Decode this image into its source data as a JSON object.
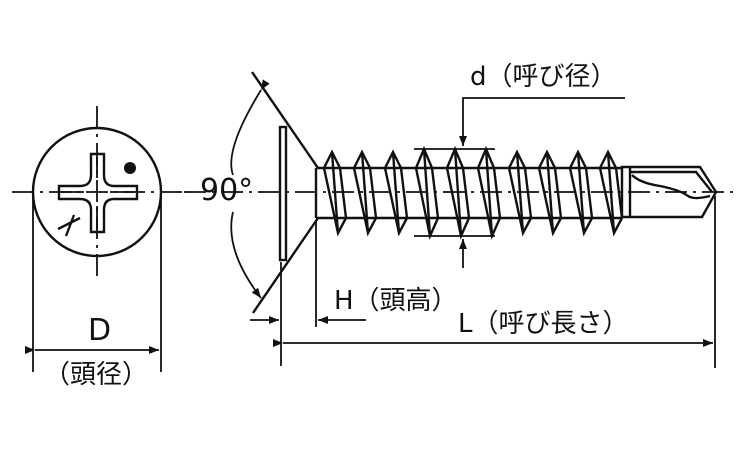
{
  "diagram": {
    "title": "Flat head drill screw (Phillips, countersunk) dimension drawing",
    "line_color": "#111111",
    "background": "#ffffff",
    "labels": {
      "head_diameter_symbol": "D",
      "head_diameter_name": "（頭径）",
      "angle": "90°",
      "nominal_diameter": "d（呼び径）",
      "head_height": "H（頭高）",
      "nominal_length": "L（呼び長さ）"
    },
    "views": [
      {
        "name": "head-top-view",
        "features": [
          "circle-outline",
          "phillips-cross-recess",
          "dot-mark",
          "x-mark",
          "center-lines"
        ]
      },
      {
        "name": "side-view",
        "features": [
          "countersunk-head",
          "threaded-shank",
          "drill-point",
          "center-line"
        ]
      }
    ]
  }
}
